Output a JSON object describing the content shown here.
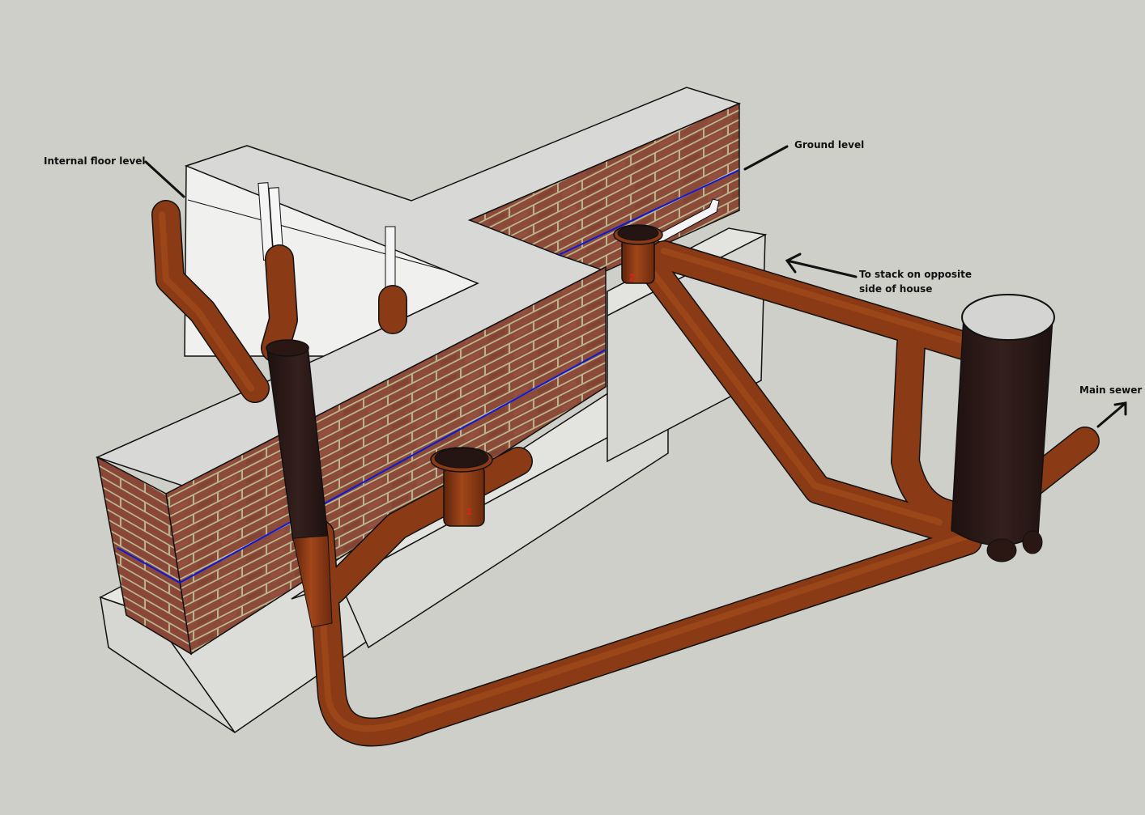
{
  "diagram": {
    "title": "Drainage layout around brick house foundation",
    "colors": {
      "background": "#cfcfca",
      "pipe": "#8a3a14",
      "pipe_dark": "#5e240b",
      "stack": "#2a1714",
      "manhole": "#241513",
      "waste_pipe": "#f4f4f4",
      "brick": "#8c4a38",
      "mortar": "#b7b58f",
      "concrete": "#e2e2de",
      "floor_slab": "#ececea",
      "ground_line": "#0a1adb",
      "marker_text": "#e02020"
    },
    "labels": {
      "internal_floor": "Internal floor level",
      "ground": "Ground level",
      "stack_line1": "To stack on opposite",
      "stack_line2": "side of house",
      "main_sewer": "Main sewer"
    },
    "markers": {
      "gully_1": "1",
      "gully_2": "2"
    }
  }
}
